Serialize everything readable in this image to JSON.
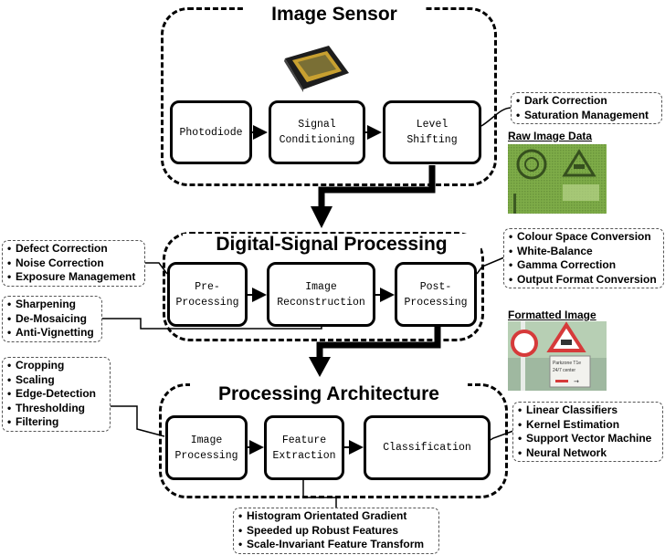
{
  "sections": {
    "sensor": {
      "title": "Image Sensor",
      "stages": [
        "Photodiode",
        "Signal\nConditioning",
        "Level\nShifting"
      ]
    },
    "dsp": {
      "title": "Digital-Signal Processing",
      "stages": [
        "Pre-\nProcessing",
        "Image\nReconstruction",
        "Post-\nProcessing"
      ]
    },
    "arch": {
      "title": "Processing Architecture",
      "stages": [
        "Image\nProcessing",
        "Feature\nExtraction",
        "Classification"
      ]
    }
  },
  "notes": {
    "level_shifting": [
      "Dark Correction",
      "Saturation Management"
    ],
    "preprocessing": [
      "Defect Correction",
      "Noise Correction",
      "Exposure Management"
    ],
    "reconstruction": [
      "Sharpening",
      "De-Mosaicing",
      "Anti-Vignetting"
    ],
    "postprocessing": [
      "Colour Space Conversion",
      "White-Balance",
      "Gamma Correction",
      "Output Format Conversion"
    ],
    "image_processing": [
      "Cropping",
      "Scaling",
      "Edge-Detection",
      "Thresholding",
      "Filtering"
    ],
    "classification": [
      "Linear Classifiers",
      "Kernel Estimation",
      "Support Vector Machine",
      "Neural Network"
    ],
    "feature_extraction": [
      "Histogram Orientated Gradient",
      "Speeded up Robust Features",
      "Scale-Invariant Feature Transform"
    ]
  },
  "images": {
    "raw_label": "Raw Image Data",
    "formatted_label": "Formatted Image",
    "sign_text_line1": "Parkzone T1e",
    "sign_text_line2": "24/7 center"
  },
  "colors": {
    "line": "#000000",
    "raw_tint": "#6f9e3a",
    "chip_gold": "#c8a030",
    "sign_red": "#d63a3a"
  }
}
